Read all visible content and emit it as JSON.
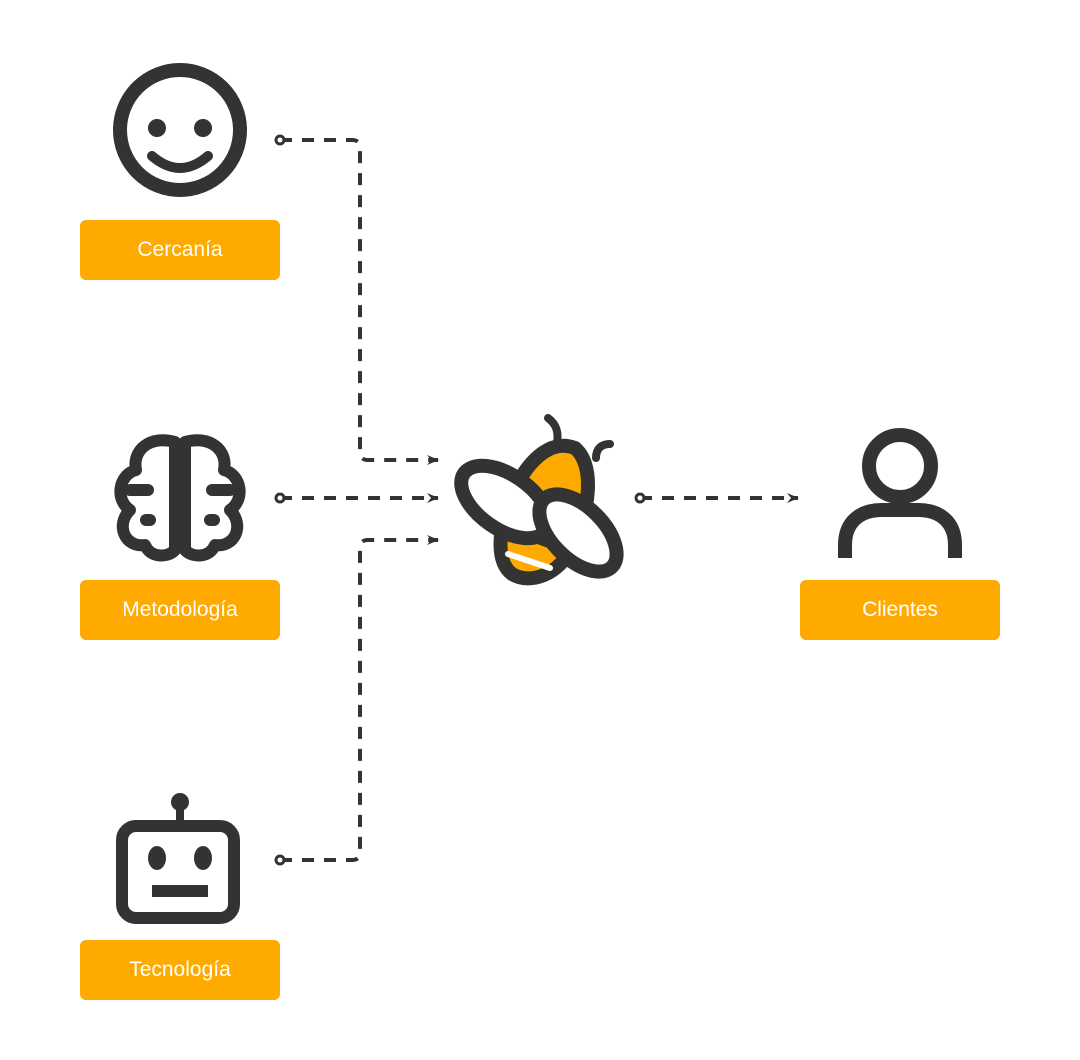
{
  "colors": {
    "accent": "#FFAA00",
    "ink": "#333333",
    "label_text": "#FFFFFF",
    "background": "#FFFFFF"
  },
  "nodes": {
    "cercania": {
      "label": "Cercanía",
      "icon": "smiley-icon"
    },
    "metodologia": {
      "label": "Metodología",
      "icon": "brain-icon"
    },
    "tecnologia": {
      "label": "Tecnología",
      "icon": "robot-icon"
    },
    "bee": {
      "icon": "bee-icon"
    },
    "clientes": {
      "label": "Clientes",
      "icon": "user-icon"
    }
  },
  "edges": [
    {
      "from": "cercania",
      "to": "bee",
      "style": "dashed-arrow"
    },
    {
      "from": "metodologia",
      "to": "bee",
      "style": "dashed-arrow"
    },
    {
      "from": "tecnologia",
      "to": "bee",
      "style": "dashed-arrow"
    },
    {
      "from": "bee",
      "to": "clientes",
      "style": "dashed-arrow"
    }
  ]
}
